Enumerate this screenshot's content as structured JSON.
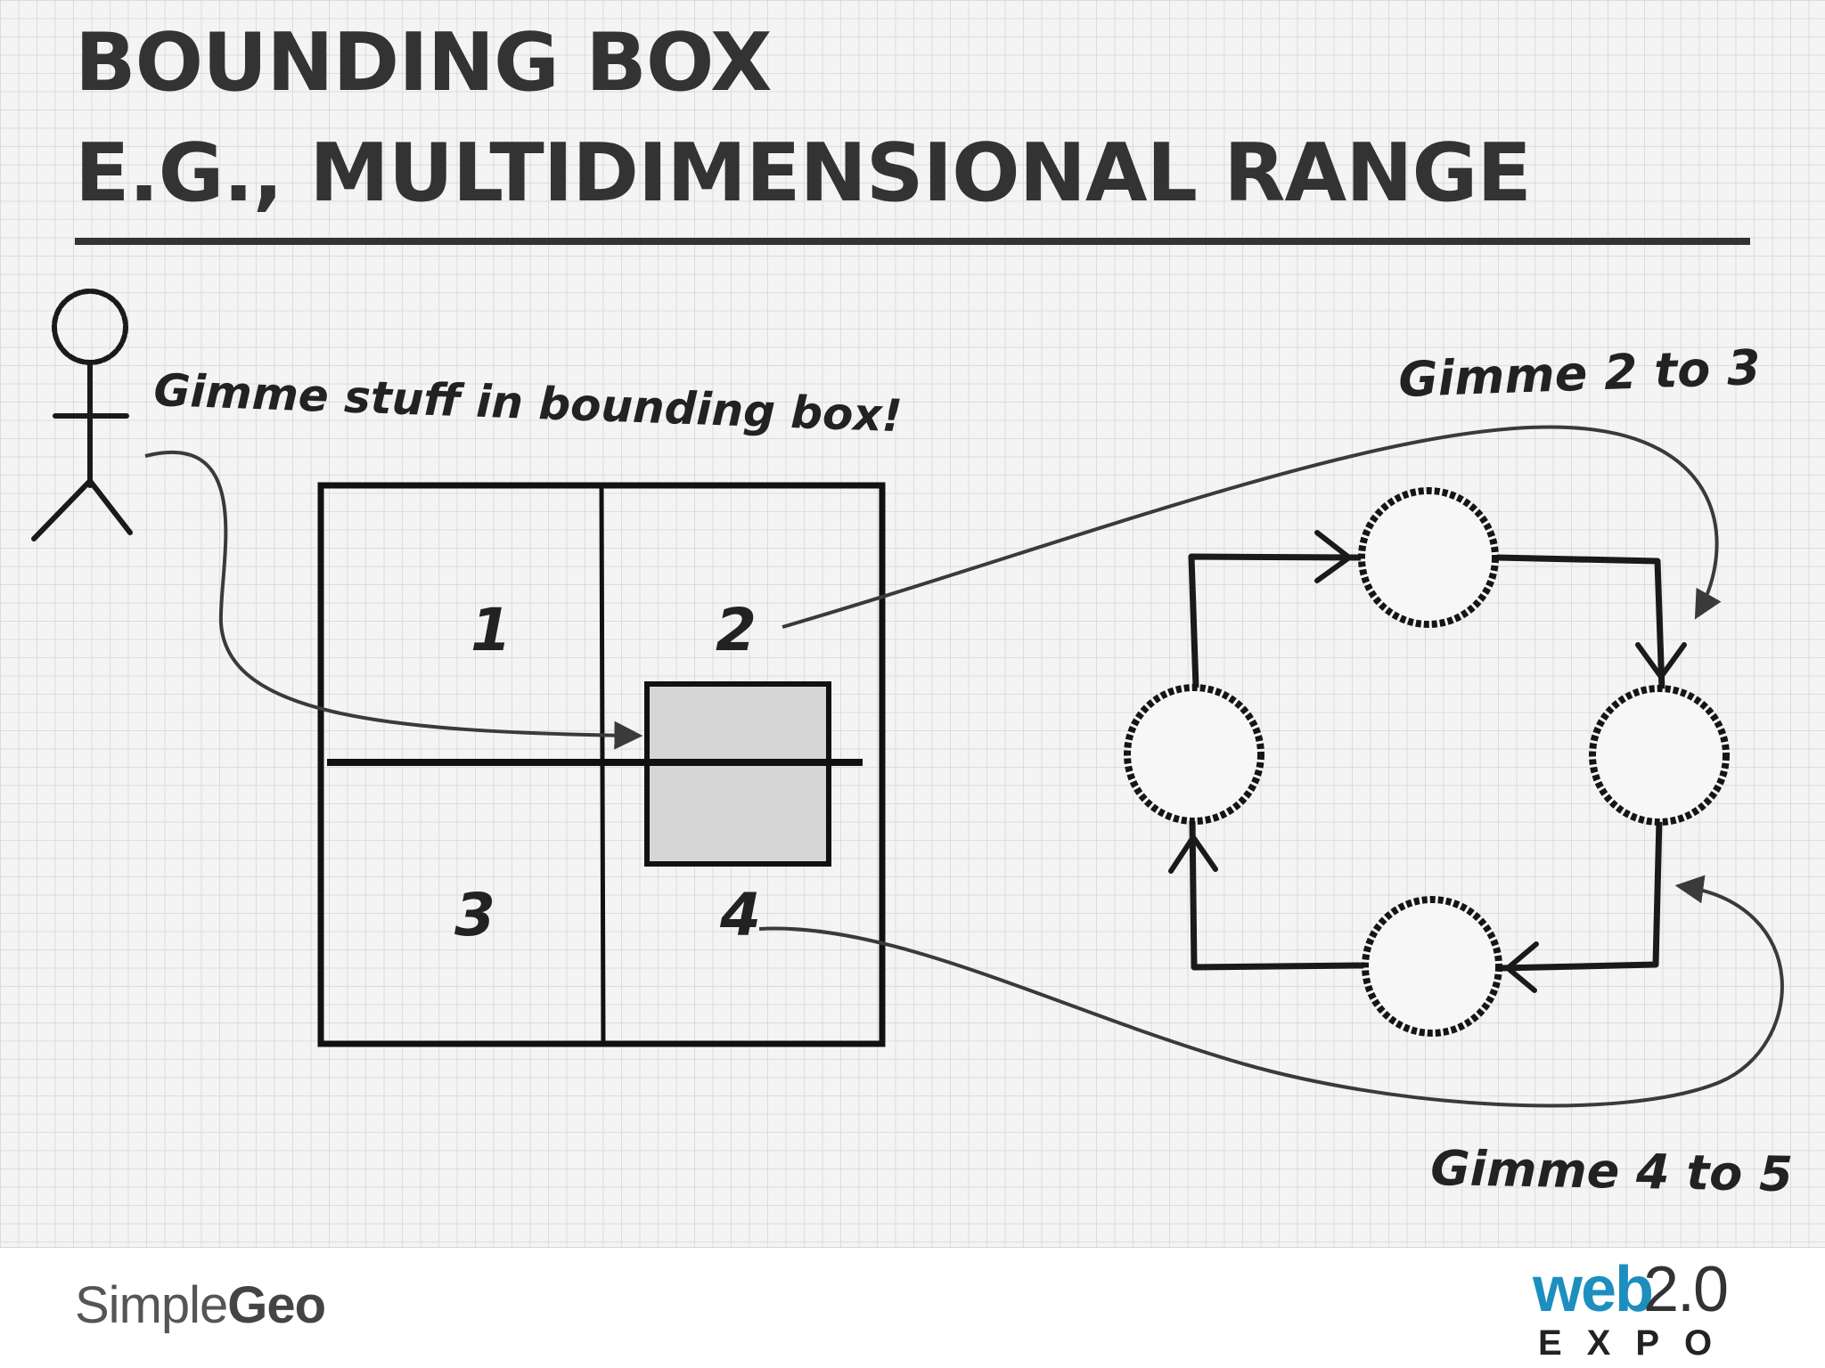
{
  "slide": {
    "title_line_1": "BOUNDING BOX",
    "title_line_2": "E.G., MULTIDIMENSIONAL RANGE"
  },
  "diagram": {
    "request_label": "Gimme stuff in bounding box!",
    "range_label_top": "Gimme 2 to 3",
    "range_label_bottom": "Gimme 4 to 5",
    "quadrants": [
      "1",
      "2",
      "3",
      "4"
    ]
  },
  "footer": {
    "left_logo": {
      "name": "SimpleGeo",
      "part_1": "Simple",
      "part_2": "Geo"
    },
    "right_logo": {
      "web": "web",
      "version": "2.0",
      "sub": "EXPO"
    }
  },
  "colors": {
    "ink": "#222222",
    "title": "#333333",
    "query_box_fill": "#d6d6d6",
    "expo_blue": "#1c8fbf"
  }
}
